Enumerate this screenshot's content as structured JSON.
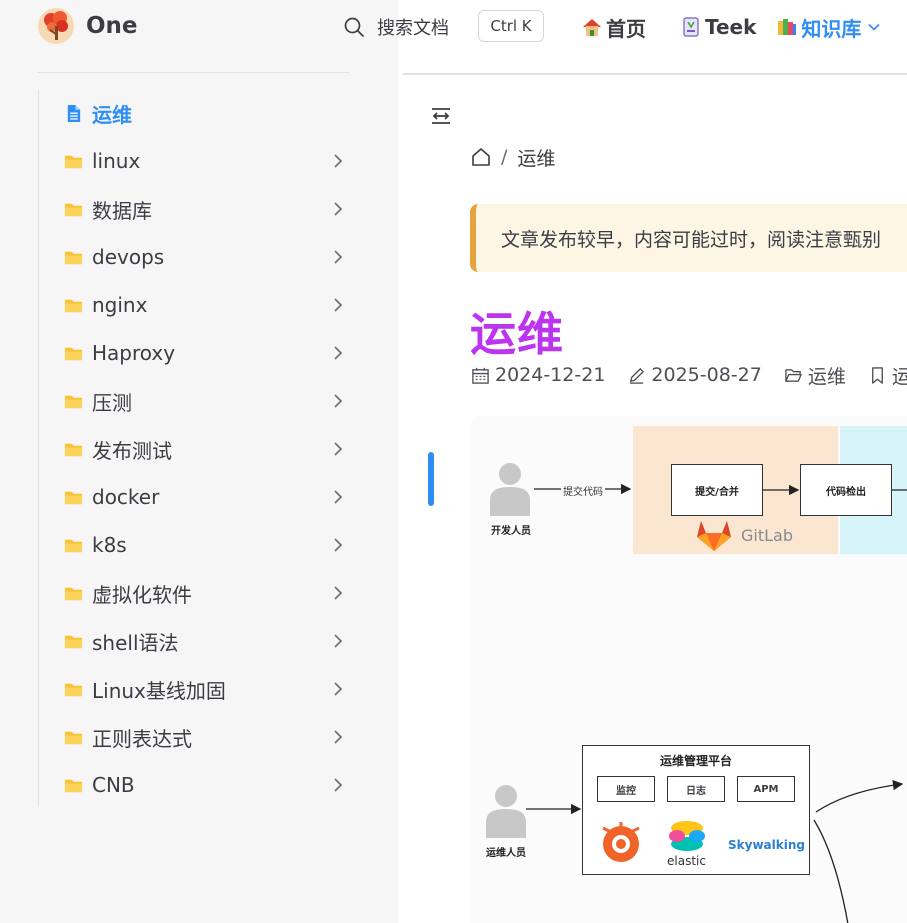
{
  "brand": {
    "title": "One",
    "logo_icon": "tree-logo-icon"
  },
  "search": {
    "label": "搜索文档",
    "shortcut": "Ctrl K"
  },
  "topnav": {
    "home": "首页",
    "teek": "Teek",
    "knowledge": "知识库"
  },
  "sidebar": {
    "items": [
      {
        "label": "运维",
        "icon": "file-icon",
        "active": true
      },
      {
        "label": "linux",
        "icon": "folder-icon"
      },
      {
        "label": "数据库",
        "icon": "folder-icon"
      },
      {
        "label": "devops",
        "icon": "folder-icon"
      },
      {
        "label": "nginx",
        "icon": "folder-icon"
      },
      {
        "label": "Haproxy",
        "icon": "folder-icon"
      },
      {
        "label": "压测",
        "icon": "folder-icon"
      },
      {
        "label": "发布测试",
        "icon": "folder-icon"
      },
      {
        "label": "docker",
        "icon": "folder-icon"
      },
      {
        "label": "k8s",
        "icon": "folder-icon"
      },
      {
        "label": "虚拟化软件",
        "icon": "folder-icon"
      },
      {
        "label": "shell语法",
        "icon": "folder-icon"
      },
      {
        "label": "Linux基线加固",
        "icon": "folder-icon"
      },
      {
        "label": "正则表达式",
        "icon": "folder-icon"
      },
      {
        "label": "CNB",
        "icon": "folder-icon"
      }
    ]
  },
  "breadcrumb": {
    "current": "运维",
    "separator": "/"
  },
  "notice": {
    "text": "文章发布较早，内容可能过时，阅读注意甄别"
  },
  "article": {
    "title": "运维",
    "created": "2024-12-21",
    "updated": "2025-08-27",
    "category": "运维",
    "tag": "运维"
  },
  "diagram": {
    "dev_person": "开发人员",
    "submit_code": "提交代码",
    "commit_merge": "提交/合并",
    "code_checkout": "代码检出",
    "gitlab": "GitLab",
    "ops_person": "运维人员",
    "platform_title": "运维管理平台",
    "monitor": "监控",
    "log": "日志",
    "apm": "APM",
    "elastic": "elastic",
    "skywalking": "Skywalking"
  },
  "colors": {
    "accent": "#2f8ef4",
    "title": "#bb34f0",
    "warning_bar": "#e6a23c"
  }
}
